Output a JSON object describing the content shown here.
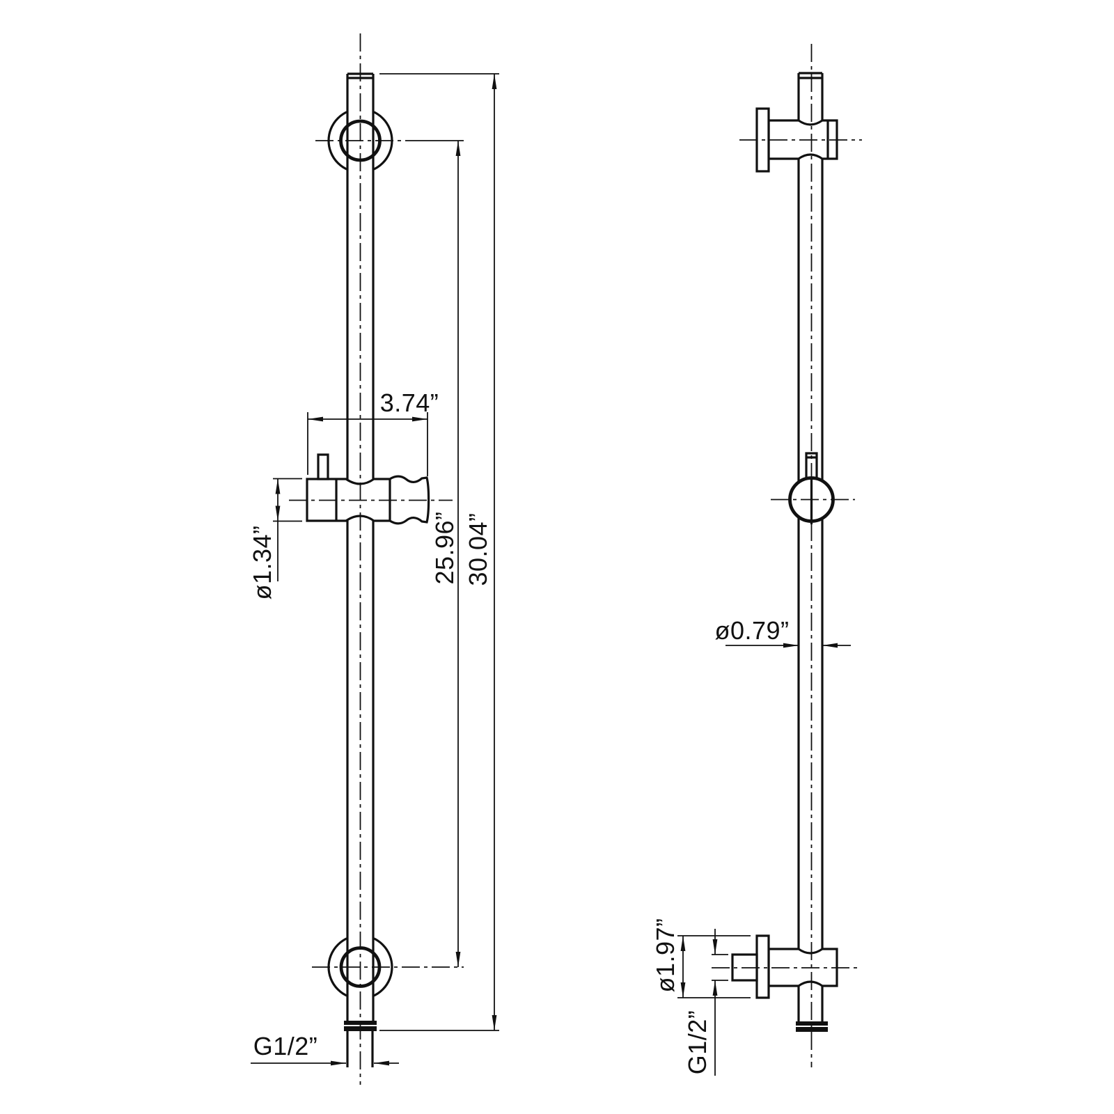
{
  "colors": {
    "line_color": "#111111",
    "background": "#ffffff"
  },
  "front_view": {
    "labels": {
      "slider_width": "3.74”",
      "slider_diameter": "ø1.34”",
      "mount_spacing": "25.96”",
      "overall_length": "30.04”",
      "outlet_thread": "G1/2”"
    }
  },
  "side_view": {
    "labels": {
      "bar_diameter": "ø0.79”",
      "flange_diameter": "ø1.97”",
      "inlet_thread": "G1/2”"
    }
  }
}
